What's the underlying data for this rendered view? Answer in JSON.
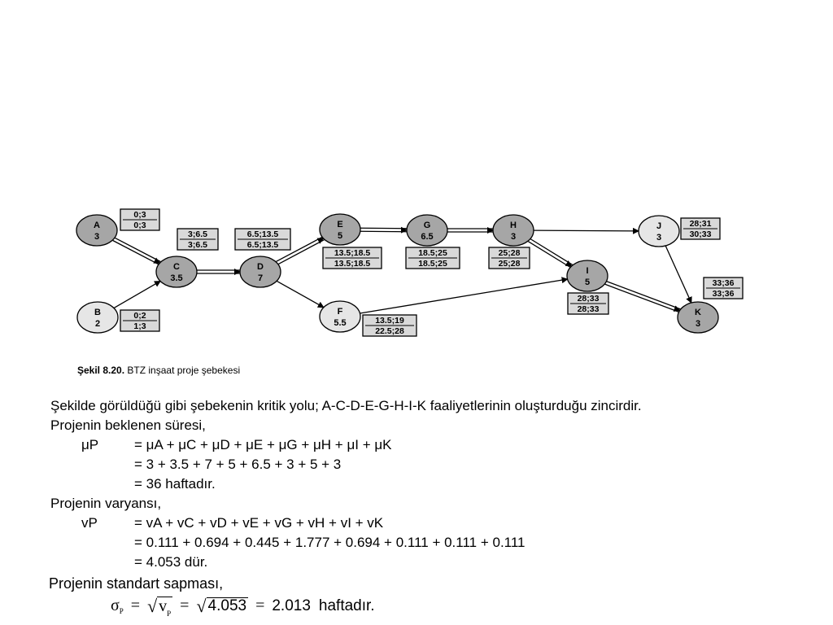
{
  "nodes": [
    {
      "id": "A",
      "letter": "A",
      "duration": "3",
      "fill": "#a6a6a6",
      "times": [
        "0;3",
        "0;3"
      ]
    },
    {
      "id": "B",
      "letter": "B",
      "duration": "2",
      "fill": "#e6e6e6",
      "times": [
        "0;2",
        "1;3"
      ]
    },
    {
      "id": "C",
      "letter": "C",
      "duration": "3.5",
      "fill": "#a6a6a6",
      "times": [
        "3;6.5",
        "3;6.5"
      ]
    },
    {
      "id": "D",
      "letter": "D",
      "duration": "7",
      "fill": "#a6a6a6",
      "times": [
        "6.5;13.5",
        "6.5;13.5"
      ]
    },
    {
      "id": "E",
      "letter": "E",
      "duration": "5",
      "fill": "#a6a6a6",
      "times": [
        "13.5;18.5",
        "13.5;18.5"
      ]
    },
    {
      "id": "F",
      "letter": "F",
      "duration": "5.5",
      "fill": "#e6e6e6",
      "times": [
        "13.5;19",
        "22.5;28"
      ]
    },
    {
      "id": "G",
      "letter": "G",
      "duration": "6.5",
      "fill": "#a6a6a6",
      "times": [
        "18.5;25",
        "18.5;25"
      ]
    },
    {
      "id": "H",
      "letter": "H",
      "duration": "3",
      "fill": "#a6a6a6",
      "times": [
        "25;28",
        "25;28"
      ]
    },
    {
      "id": "I",
      "letter": "I",
      "duration": "5",
      "fill": "#a6a6a6",
      "times": [
        "28;33",
        "28;33"
      ]
    },
    {
      "id": "J",
      "letter": "J",
      "duration": "3",
      "fill": "#e6e6e6",
      "times": [
        "28;31",
        "30;33"
      ]
    },
    {
      "id": "K",
      "letter": "K",
      "duration": "3",
      "fill": "#a6a6a6",
      "times": [
        "33;36",
        "33;36"
      ]
    }
  ],
  "edges": [
    {
      "from": "A",
      "to": "C",
      "critical": true
    },
    {
      "from": "B",
      "to": "C",
      "critical": false
    },
    {
      "from": "C",
      "to": "D",
      "critical": true
    },
    {
      "from": "D",
      "to": "E",
      "critical": true
    },
    {
      "from": "D",
      "to": "F",
      "critical": false
    },
    {
      "from": "E",
      "to": "G",
      "critical": true
    },
    {
      "from": "G",
      "to": "H",
      "critical": true
    },
    {
      "from": "H",
      "to": "I",
      "critical": true
    },
    {
      "from": "H",
      "to": "J",
      "critical": false
    },
    {
      "from": "F",
      "to": "I",
      "critical": false
    },
    {
      "from": "I",
      "to": "K",
      "critical": true
    },
    {
      "from": "J",
      "to": "K",
      "critical": false
    }
  ],
  "caption": {
    "label": "Şekil 8.20.",
    "text": " BTZ inşaat proje şebekesi"
  },
  "body": {
    "line1": "Şekilde görüldüğü gibi şebekenin kritik yolu; A-C-D-E-G-H-I-K faaliyetlerinin oluşturduğu zincirdir.",
    "line2": "Projenin beklenen süresi,",
    "mu_lhs": "μP",
    "mu_eq1": "= μA + μC + μD + μE + μG + μH + μI + μK",
    "mu_eq2": "= 3 + 3.5 + 7 + 5 + 6.5 + 3 + 5 + 3",
    "mu_eq3": "= 36 haftadır.",
    "line6": "Projenin varyansı,",
    "v_lhs": "vP",
    "v_eq1": "= vA + vC + vD + vE + vG + vH + vI + vK",
    "v_eq2": "= 0.111 + 0.694 + 0.445 + 1.777 + 0.694 + 0.111 + 0.111 + 0.111",
    "v_eq3": "= 4.053 dür.",
    "line10": "Projenin standart sapması,"
  },
  "formula": {
    "sigma": "σ",
    "sigma_sub": "P",
    "eq1": "=",
    "v": "v",
    "v_sub": "P",
    "eq2": "=",
    "radicand": "4.053",
    "eq3": "=",
    "result": "2.013",
    "unit": "haftadır."
  }
}
